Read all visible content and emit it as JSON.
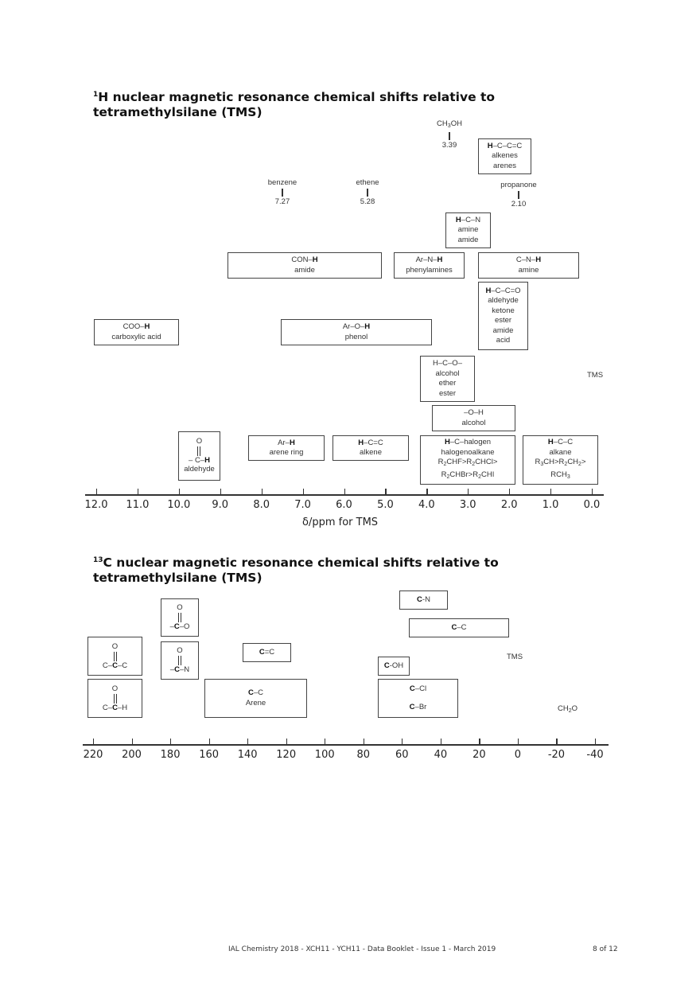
{
  "h_nmr": {
    "title_sup": "1",
    "title_line1": "H nuclear magnetic resonance chemical shifts relative to",
    "title_line2": "tetramethylsilane (TMS)",
    "markers": [
      {
        "name": "benzene",
        "value": "7.27"
      },
      {
        "name": "ethene",
        "value": "5.28"
      },
      {
        "name": "CH3OH",
        "value": "3.39"
      },
      {
        "name": "propanone",
        "value": "2.10"
      }
    ],
    "boxes": {
      "hccc": [
        "H–C–C=C",
        "alkenes",
        "arenes"
      ],
      "hcn": [
        "H–C–N",
        "amine",
        "amide"
      ],
      "conh": [
        "CON–H",
        "amide"
      ],
      "arnh": [
        "Ar–N–H",
        "phenylamines"
      ],
      "cnh": [
        "C–N–H",
        "amine"
      ],
      "hcco": [
        "H–C–C=O",
        "aldehyde",
        "ketone",
        "ester",
        "amide",
        "acid"
      ],
      "cooh": [
        "COO–H",
        "carboxylic acid"
      ],
      "aroh": [
        "Ar–O–H",
        "phenol"
      ],
      "hco": [
        "H–C–O–",
        "alcohol",
        "ether",
        "ester"
      ],
      "oh": [
        "–O–H",
        "alcohol"
      ],
      "aldehyde": [
        "O",
        "– C–H",
        "aldehyde"
      ],
      "arh": [
        "Ar–H",
        "arene ring"
      ],
      "hcc_alkene": [
        "H–C=C",
        "alkene"
      ],
      "halogen": [
        "H–C–halogen",
        "halogenoalkane",
        "R₂CHF>R₂CHCl>",
        "R₂CHBr>R₂CHI"
      ],
      "alkane": [
        "H–C–C",
        "alkane",
        "R₃CH>R₂CH₂>",
        "RCH₃"
      ]
    },
    "tms_label": "TMS",
    "axis_label": "δ/ppm for TMS",
    "ticks": [
      "12.0",
      "11.0",
      "10.0",
      "9.0",
      "8.0",
      "7.0",
      "6.0",
      "5.0",
      "4.0",
      "3.0",
      "2.0",
      "1.0",
      "0.0"
    ]
  },
  "c_nmr": {
    "title_sup": "13",
    "title_line1": "C nuclear magnetic resonance chemical shifts relative to",
    "title_line2": "tetramethylsilane (TMS)",
    "boxes": {
      "cn": "C-N",
      "cc": "C–C",
      "coo": [
        "O",
        "–C–O"
      ],
      "ketone": [
        "O",
        "C–C–C"
      ],
      "amide": [
        "O",
        "–C–N"
      ],
      "aldehyde": [
        "O",
        "C–C–H"
      ],
      "cec": "C=C",
      "arene": [
        "C–C",
        "Arene"
      ],
      "coh": "C-OH",
      "chal": [
        "C–Cl",
        "C–Br"
      ]
    },
    "tms_label": "TMS",
    "ch2o_label": "CH₂O",
    "ticks": [
      "220",
      "200",
      "180",
      "160",
      "140",
      "120",
      "100",
      "80",
      "60",
      "40",
      "20",
      "0",
      "-20",
      "-40"
    ]
  },
  "footer": {
    "left": "IAL Chemistry 2018 - XCH11 - YCH11 - Data Booklet - Issue 1 - March 2019",
    "right": "8 of 12"
  },
  "chart_data": [
    {
      "type": "range-diagram",
      "title": "1H nuclear magnetic resonance chemical shifts relative to tetramethylsilane (TMS)",
      "xlabel": "δ/ppm for TMS",
      "xlim": [
        12.0,
        0.0
      ],
      "ticks": [
        12.0,
        11.0,
        10.0,
        9.0,
        8.0,
        7.0,
        6.0,
        5.0,
        4.0,
        3.0,
        2.0,
        1.0,
        0.0
      ],
      "reference_points": [
        {
          "label": "benzene",
          "x": 7.27
        },
        {
          "label": "ethene",
          "x": 5.28
        },
        {
          "label": "CH3OH",
          "x": 3.39
        },
        {
          "label": "propanone",
          "x": 2.1
        }
      ],
      "ranges": [
        {
          "label": "H–C–C=C alkenes arenes",
          "from": 2.7,
          "to": 1.4
        },
        {
          "label": "H–C–N amine amide",
          "from": 3.6,
          "to": 2.5
        },
        {
          "label": "CON–H amide",
          "from": 8.8,
          "to": 5.1
        },
        {
          "label": "Ar–N–H phenylamines",
          "from": 4.8,
          "to": 3.1
        },
        {
          "label": "C–N–H amine",
          "from": 2.7,
          "to": 0.3
        },
        {
          "label": "H–C–C=O aldehyde ketone ester amide acid",
          "from": 2.7,
          "to": 1.5
        },
        {
          "label": "COO–H carboxylic acid",
          "from": 12.0,
          "to": 10.0
        },
        {
          "label": "Ar–O–H phenol",
          "from": 7.5,
          "to": 3.9
        },
        {
          "label": "H–C–O– alcohol ether ester",
          "from": 4.2,
          "to": 2.9
        },
        {
          "label": "–O–H alcohol",
          "from": 3.9,
          "to": 1.9
        },
        {
          "label": "O=C–H aldehyde",
          "from": 10.0,
          "to": 9.0
        },
        {
          "label": "Ar–H arene ring",
          "from": 8.3,
          "to": 6.5
        },
        {
          "label": "H–C=C alkene",
          "from": 6.3,
          "to": 4.5
        },
        {
          "label": "H–C–halogen halogenoalkane",
          "from": 4.2,
          "to": 1.9
        },
        {
          "label": "H–C–C alkane",
          "from": 1.7,
          "to": -0.2
        }
      ],
      "annotations": [
        "TMS"
      ]
    },
    {
      "type": "range-diagram",
      "title": "13C nuclear magnetic resonance chemical shifts relative to tetramethylsilane (TMS)",
      "xlabel": "",
      "xlim": [
        220,
        -40
      ],
      "ticks": [
        220,
        200,
        180,
        160,
        140,
        120,
        100,
        80,
        60,
        40,
        20,
        0,
        -20,
        -40
      ],
      "ranges": [
        {
          "label": "C-N",
          "from": 62,
          "to": 38
        },
        {
          "label": "C–C",
          "from": 57,
          "to": 5
        },
        {
          "label": "O=C–O (acid/ester)",
          "from": 185,
          "to": 165
        },
        {
          "label": "C–C(=O)–C ketone",
          "from": 223,
          "to": 195
        },
        {
          "label": "O=C–N amide",
          "from": 185,
          "to": 165
        },
        {
          "label": "C–C(=O)–H aldehyde",
          "from": 223,
          "to": 195
        },
        {
          "label": "C=C",
          "from": 140,
          "to": 115
        },
        {
          "label": "C–C Arene",
          "from": 160,
          "to": 108
        },
        {
          "label": "C-OH",
          "from": 73,
          "to": 57
        },
        {
          "label": "C–Cl / C–Br",
          "from": 73,
          "to": 31
        }
      ],
      "annotations": [
        "TMS",
        "CH2O"
      ]
    }
  ]
}
